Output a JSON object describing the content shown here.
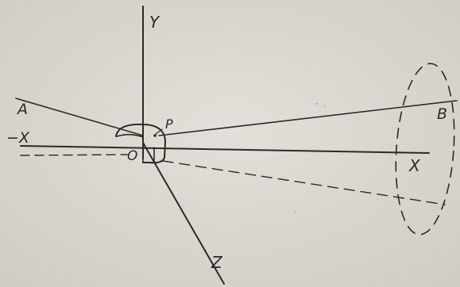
{
  "figure": {
    "labels": {
      "y_axis": "Y",
      "neg_x_axis": "−X",
      "x_axis": "X",
      "z_axis": "Z",
      "point_a": "A",
      "point_b": "B",
      "point_p": "P",
      "origin": "O"
    },
    "colors": {
      "paper": "#dad7cf",
      "ink": "#2a2a2a"
    }
  }
}
